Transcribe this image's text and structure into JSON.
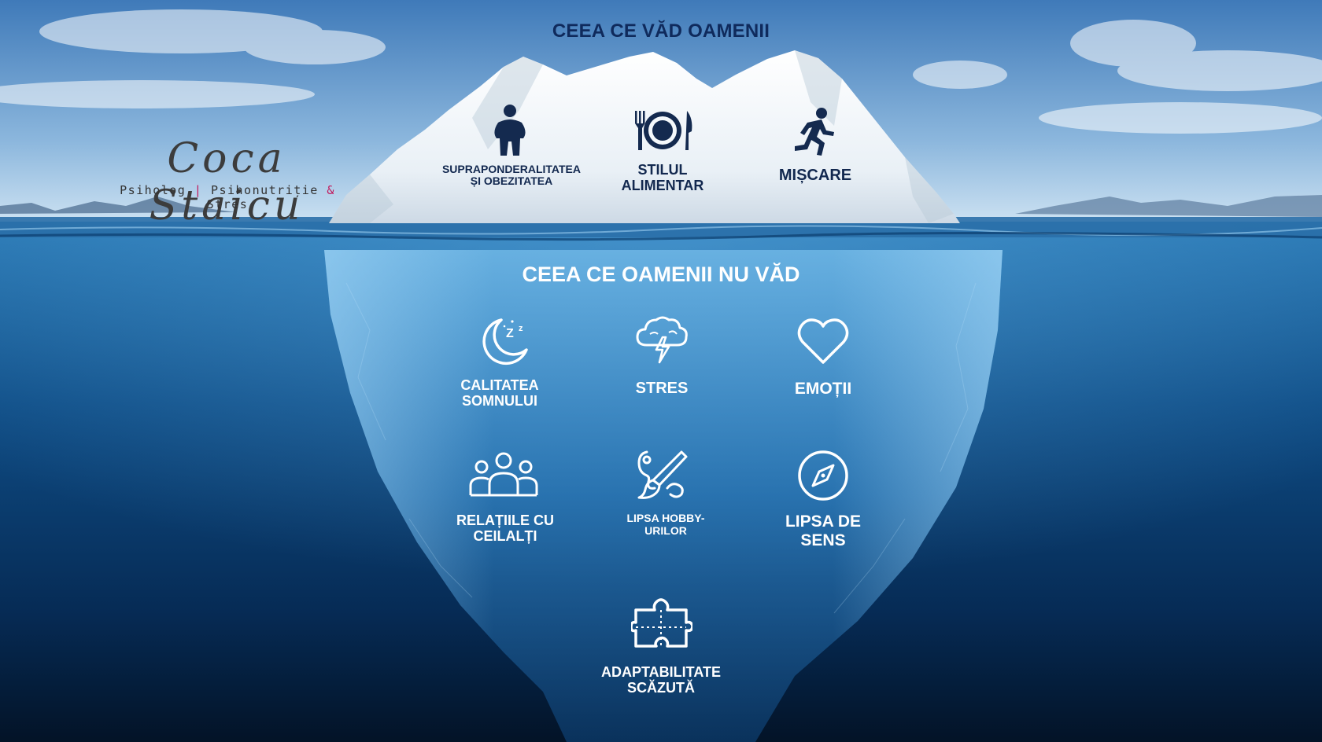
{
  "headline_top": "CEEA CE VĂD OAMENII",
  "headline_bottom": "CEEA CE OAMENII NU VĂD",
  "brand": {
    "name": "Coca Staicu",
    "tagline_1": "Psiholog",
    "separator_1": "|",
    "tagline_2": "Psihonutriție",
    "separator_2": "&",
    "tagline_3": "Stres",
    "accent_color": "#c2185b"
  },
  "visible_items": [
    {
      "label": "SUPRAPONDERALITATEA\nȘI OBEZITATEA",
      "icon": "body-person-icon"
    },
    {
      "label": "STILUL\nALIMENTAR",
      "icon": "plate-cutlery-icon"
    },
    {
      "label": "MIȘCARE",
      "icon": "running-person-icon"
    }
  ],
  "hidden_items": [
    {
      "label": "CALITATEA\nSOMNULUI",
      "icon": "moon-sleep-icon"
    },
    {
      "label": "STRES",
      "icon": "storm-cloud-icon"
    },
    {
      "label": "EMOȚII",
      "icon": "heart-icon"
    },
    {
      "label": "RELAȚIILE CU\nCEILALȚI",
      "icon": "group-people-icon"
    },
    {
      "label": "LIPSA HOBBY-\nURILOR",
      "icon": "paint-palette-icon"
    },
    {
      "label": "LIPSA DE\nSENS",
      "icon": "compass-icon"
    },
    {
      "label": "ADAPTABILITATE\nSCĂZUTĂ",
      "icon": "puzzle-piece-icon"
    }
  ],
  "colors": {
    "sky_top": "#4d86c2",
    "sky_horizon": "#cfe3f3",
    "water_deep": "#041a33",
    "water_surface": "#1f6aa6",
    "ice": "#f4f8fb",
    "dark_text": "#0f2a5c",
    "light_text": "#ffffff"
  }
}
